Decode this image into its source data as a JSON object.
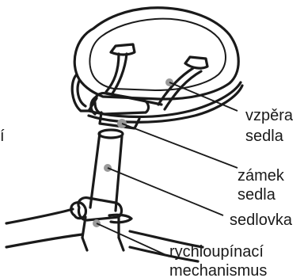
{
  "labels": {
    "saddle_rails": [
      "vzpěra",
      "sedla"
    ],
    "seat_clamp": [
      "zámek",
      "sedla"
    ],
    "seatpost": [
      "sedlovka"
    ],
    "quick_release": [
      "rychloupínací",
      "mechanismus"
    ]
  },
  "marker_color": "#9a9a9a",
  "edge_fragment": "í"
}
